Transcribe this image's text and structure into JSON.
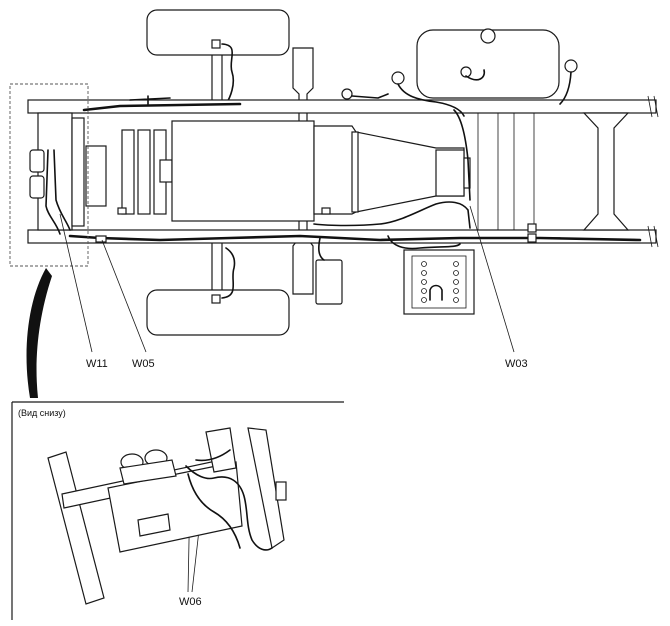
{
  "callouts": {
    "w11": "W11",
    "w05": "W05",
    "w03": "W03",
    "w06": "W06"
  },
  "inset": {
    "title": "(Вид снизу)"
  }
}
